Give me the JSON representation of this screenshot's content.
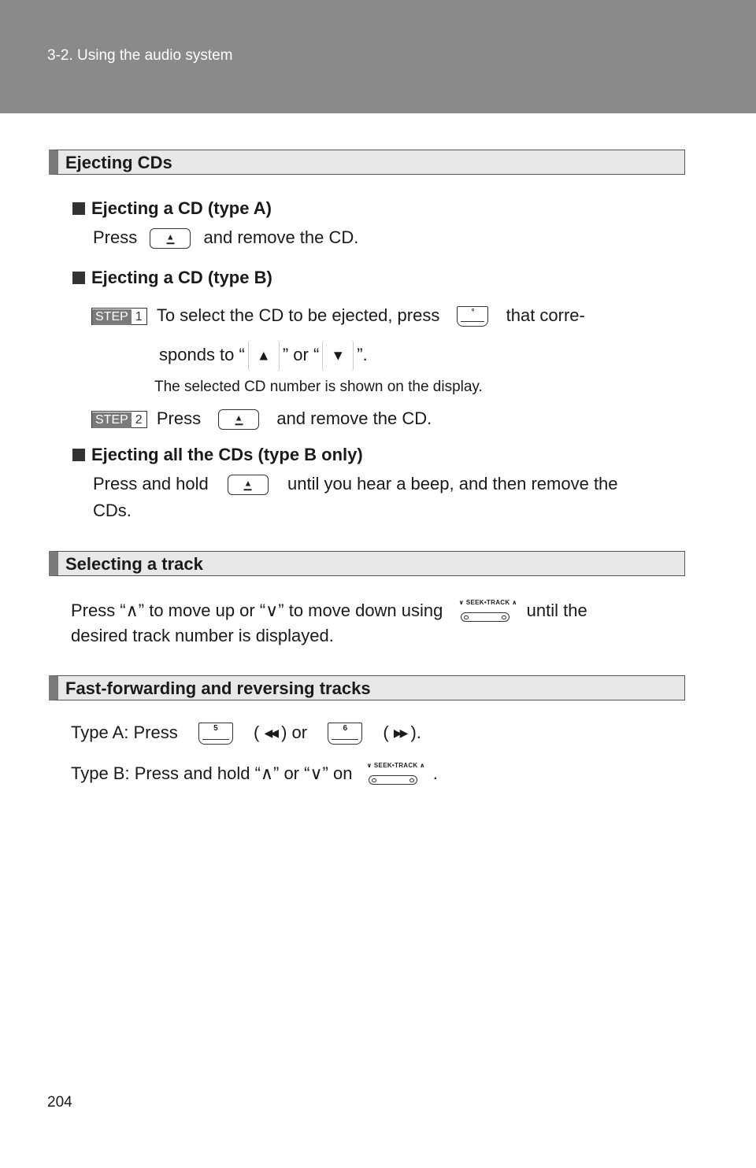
{
  "header": {
    "section_title": "3-2. Using the audio system"
  },
  "page_number": "204",
  "sections": {
    "eject": {
      "title": "Ejecting CDs",
      "type_a_heading": "Ejecting a CD (type A)",
      "type_a_press": "Press",
      "type_a_rest": "and remove the CD.",
      "type_b_heading": "Ejecting a CD (type B)",
      "step_word": "STEP",
      "step1_num": "1",
      "step1_text_a": "To  select  the  CD  to  be  ejected,  press",
      "step1_text_b": "that  corre-",
      "step1_line2_a": "sponds to “",
      "step1_line2_b": "” or “",
      "step1_line2_c": "”.",
      "step1_note": "The selected CD number is shown on the display.",
      "step2_num": "2",
      "step2_press": "Press",
      "step2_rest": "and remove the CD.",
      "all_heading": "Ejecting all the CDs (type B only)",
      "all_text_a": "Press and hold",
      "all_text_b": "until you hear a beep, and then remove the",
      "all_text_c": "CDs."
    },
    "select": {
      "title": "Selecting a track",
      "line1_a": "Press  “∧”  to  move  up  or  “∨”  to  move  down  using",
      "line1_b": "until  the",
      "line2": "desired track number is displayed."
    },
    "ffrev": {
      "title": "Fast-forwarding and reversing tracks",
      "type_a_a": "Type A: Press",
      "type_a_b": "(",
      "type_a_c": ") or",
      "type_a_d": "(",
      "type_a_e": ").",
      "type_b_a": "Type B: Press and hold “∧” or “∨” on",
      "type_b_b": "."
    }
  },
  "icons": {
    "eject_symbol": "▲",
    "up_triangle": "▲",
    "down_triangle": "▼",
    "rewind": "◀◀",
    "fastforward": "▶▶",
    "preset_5": "5",
    "preset_6": "6",
    "preset_dot": "°",
    "seek_label": "SEEK•TRACK",
    "seek_down": "∨",
    "seek_up": "∧"
  }
}
